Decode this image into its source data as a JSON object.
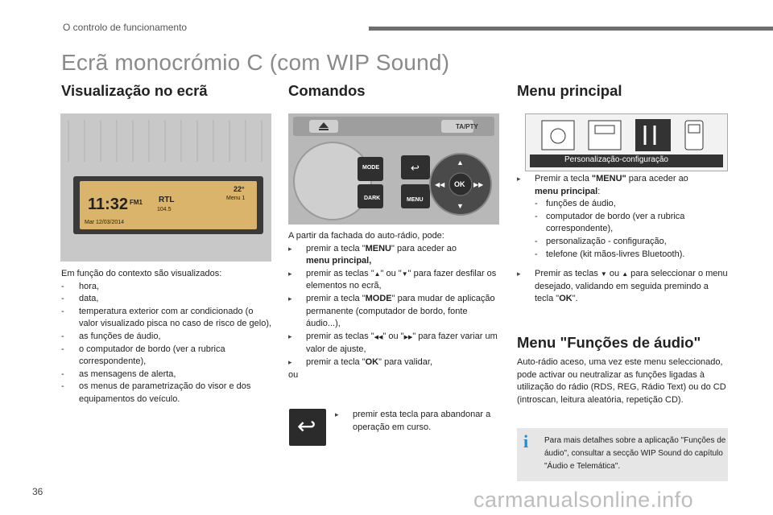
{
  "header": {
    "section_title": "O controlo de funcionamento"
  },
  "page_title": "Ecrã monocrómio C (com WIP Sound)",
  "col1": {
    "heading": "Visualização no ecrã",
    "image": {
      "time": "11:32",
      "date": "Mar 12/03/2014",
      "temp": "22°",
      "band": "FM1",
      "station": "RTL",
      "freq": "104.5",
      "label_right": "Menu 1"
    },
    "intro": "Em função do contexto são visualizados:",
    "items": [
      "hora,",
      "data,",
      "temperatura exterior com ar condicionado (o valor visualizado pisca no caso de risco de gelo),",
      "as funções de áudio,",
      "o computador de bordo (ver a rubrica correspondente),",
      "as mensagens de alerta,",
      "os menus de parametrização do visor e dos equipamentos do veículo."
    ]
  },
  "col2": {
    "heading": "Comandos",
    "panel_labels": {
      "ta_pty": "TA/PTY",
      "mode": "MODE",
      "dark": "DARK",
      "menu": "MENU",
      "ok": "OK"
    },
    "intro": "A partir da fachada do auto-rádio, pode:",
    "steps": [
      {
        "pre": "premir a tecla \"",
        "bold": "MENU",
        "post": "\" para aceder ao",
        "bold2": "menu principal,"
      },
      {
        "pre": "premir as teclas \"",
        "sym1": "▲",
        "mid": "\" ou \"",
        "sym2": "▼",
        "post": "\" para fazer desfilar os elementos no ecrã,"
      },
      {
        "pre": "premir a tecla \"",
        "bold": "MODE",
        "post": "\" para mudar de aplicação permanente (computador de bordo, fonte áudio...),"
      },
      {
        "pre": "premir as teclas \"",
        "sym1": "◀◀",
        "mid": "\" ou \"",
        "sym2": "▶▶",
        "post": "\" para fazer variar um valor de ajuste,"
      },
      {
        "pre": "premir a tecla \"",
        "bold": "OK",
        "post": "\" para validar,"
      }
    ],
    "or": "ou",
    "back_text": "premir esta tecla para abandonar a operação em curso."
  },
  "col3": {
    "heading1": "Menu principal",
    "menu_image_caption": "Personalização-configuração",
    "step1_pre": "Premir a tecla ",
    "step1_bold": "\"MENU\"",
    "step1_post": " para aceder ao",
    "step1_bold2": "menu principal",
    "step1_colon": ":",
    "menu_items": [
      "funções de áudio,",
      "computador de bordo (ver a rubrica correspondente),",
      "personalização - configuração,",
      "telefone (kit mãos-livres Bluetooth)."
    ],
    "step2_pre": "Premir as teclas ",
    "step2_mid": " ou ",
    "step2_post": " para seleccionar o menu desejado, validando em seguida premindo a tecla \"",
    "step2_bold": "OK",
    "step2_end": "\".",
    "heading2": "Menu \"Funções de áudio\"",
    "audio_text": "Auto-rádio aceso, uma vez este menu seleccionado, pode activar ou neutralizar as funções ligadas à utilização do rádio (RDS, REG, Rádio Text) ou do CD (introscan, leitura aleatória, repetição CD).",
    "info_text": "Para mais detalhes sobre a aplicação \"Funções de áudio\", consultar a secção WIP Sound do capítulo \"Áudio e Telemática\"."
  },
  "page_number": "36",
  "watermark": "carmanualsonline.info",
  "colors": {
    "title_gray": "#8a8a8a",
    "info_blue": "#1f8ad6",
    "lcd_amber": "#d9b46a"
  }
}
